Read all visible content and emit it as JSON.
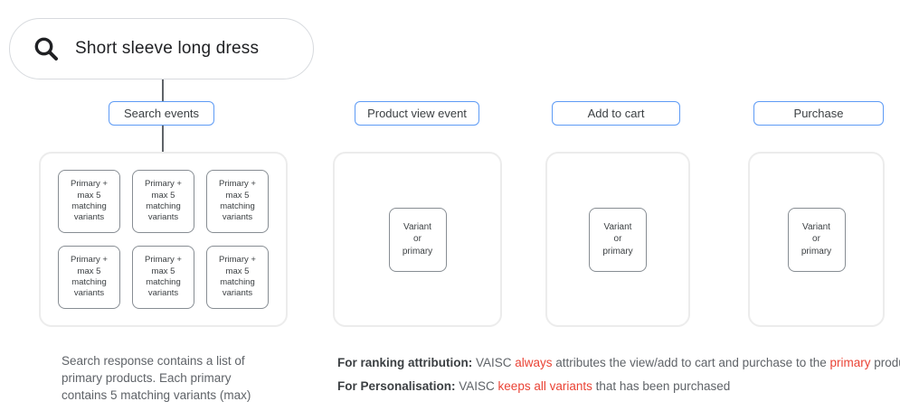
{
  "search": {
    "query": "Short sleeve long dress",
    "icon": "search-icon"
  },
  "events": [
    {
      "label": "Search events"
    },
    {
      "label": "Product view event"
    },
    {
      "label": "Add to cart"
    },
    {
      "label": "Purchase"
    }
  ],
  "search_grid": {
    "box_label": "Primary +\nmax 5\nmatching\nvariants",
    "box_count": 6
  },
  "variant_box_label": "Variant\nor\nprimary",
  "captions": {
    "left": "Search response contains a list of\nprimary products. Each primary\ncontains 5 matching variants (max)",
    "ranking": [
      {
        "text": "For ranking attribution:",
        "style": "bold"
      },
      {
        "text": " VAISC ",
        "style": "normal"
      },
      {
        "text": "always",
        "style": "red"
      },
      {
        "text": " attributes the view/add to cart and purchase to the ",
        "style": "normal"
      },
      {
        "text": "primary",
        "style": "red"
      },
      {
        "text": " product.",
        "style": "normal"
      }
    ],
    "personalisation": [
      {
        "text": "For Personalisation:",
        "style": "bold"
      },
      {
        "text": " VAISC ",
        "style": "normal"
      },
      {
        "text": "keeps all variants",
        "style": "red"
      },
      {
        "text": " that has been purchased",
        "style": "normal"
      }
    ]
  },
  "colors": {
    "accent_blue": "#5e9bf5",
    "highlight_red": "#ea4335",
    "container_border": "#ececec",
    "box_border": "#878d93",
    "text_dark": "#3c4043",
    "text_gray": "#5f6368"
  }
}
